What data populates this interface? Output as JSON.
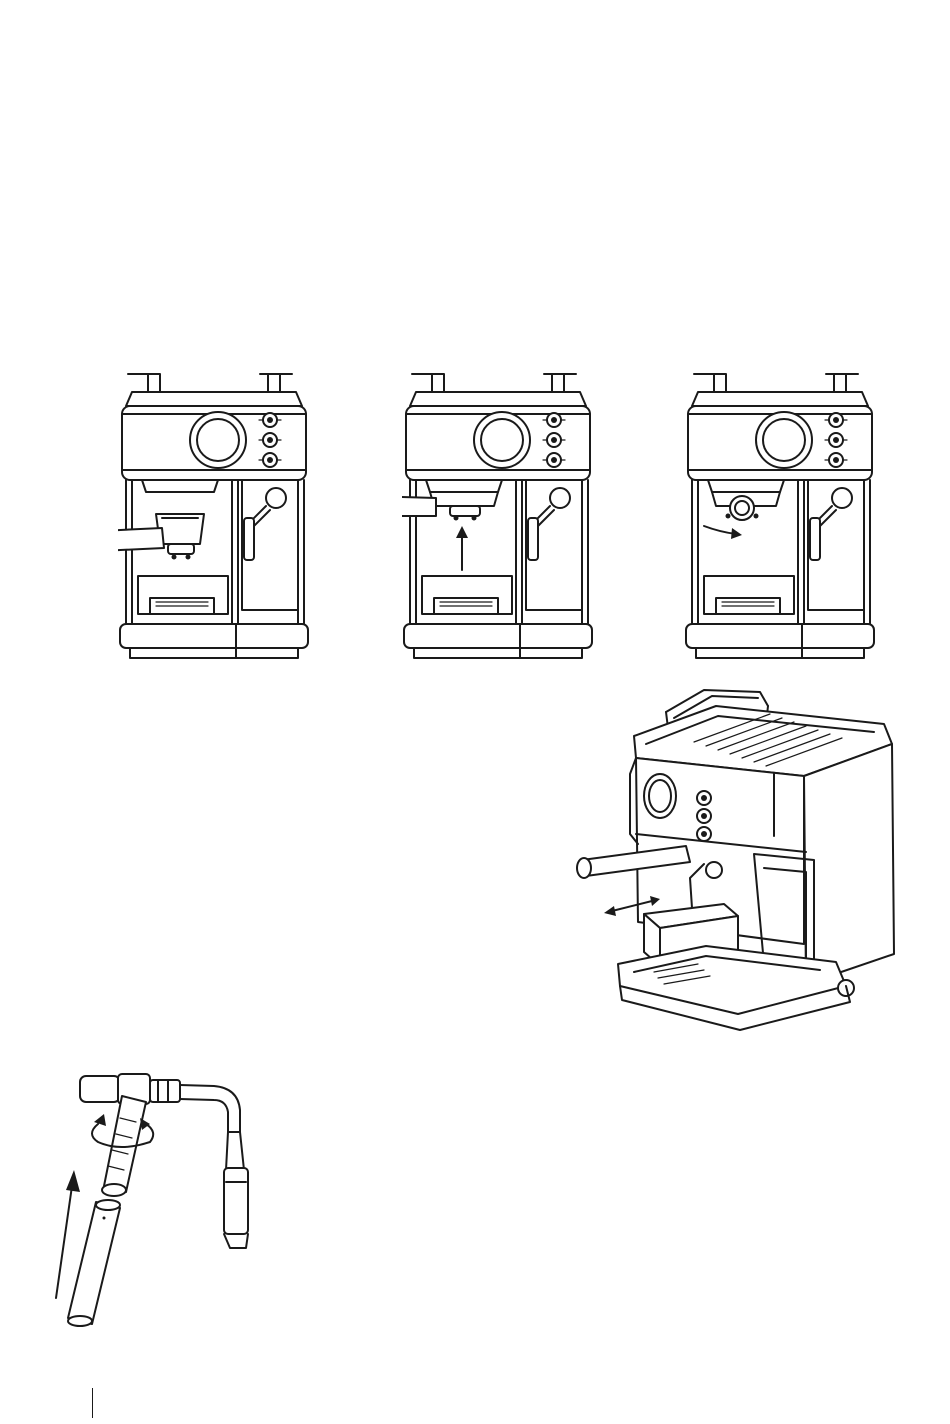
{
  "document": {
    "illustrations": [
      {
        "id": "step-insert-filter-holder",
        "icon": "espresso-machine-front-icon"
      },
      {
        "id": "step-raise-filter-holder",
        "icon": "espresso-machine-front-icon"
      },
      {
        "id": "step-lock-filter-holder",
        "icon": "espresso-machine-front-icon"
      },
      {
        "id": "step-remove-drip-tray",
        "icon": "espresso-machine-perspective-icon"
      },
      {
        "id": "step-attach-frothing-sleeve",
        "icon": "steam-wand-icon"
      }
    ],
    "colors": {
      "line": "#1a1a1a",
      "background": "#ffffff"
    }
  }
}
